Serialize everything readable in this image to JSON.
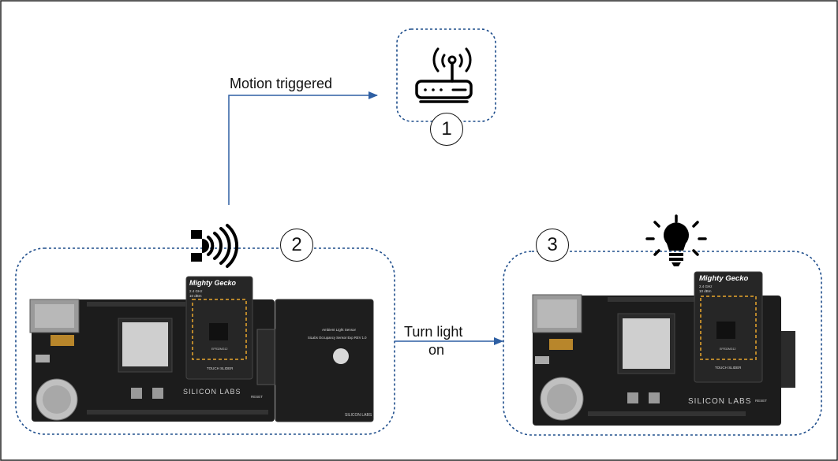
{
  "labels": {
    "motion": "Motion triggered",
    "turn_line1": "Turn light",
    "turn_line2": "on"
  },
  "steps": [
    "1",
    "2",
    "3"
  ],
  "boards": {
    "module_title": "Mighty Gecko",
    "module_sub1": "2.4 GHz",
    "module_sub2": "10 dBm",
    "module_part": "EFR32MG12",
    "slider": "TOUCH SLIDER",
    "brand": "SILICON LABS",
    "reset": "RESET",
    "sensor_l1": "Ambient Light Sensor",
    "sensor_l2": "SiLabs Occupancy Sensor Exp REV 1.0",
    "sensor_brand": "SILICON LABS"
  },
  "icons": {
    "router": "router-wifi-icon",
    "motion": "motion-sensor-icon",
    "bulb": "lightbulb-icon"
  },
  "colors": {
    "border": "#1f4e8c",
    "arrow": "#2e5fa3",
    "board": "#1c1c1c",
    "pcb_gold": "#b8862b",
    "screen": "#cfcfcf"
  }
}
